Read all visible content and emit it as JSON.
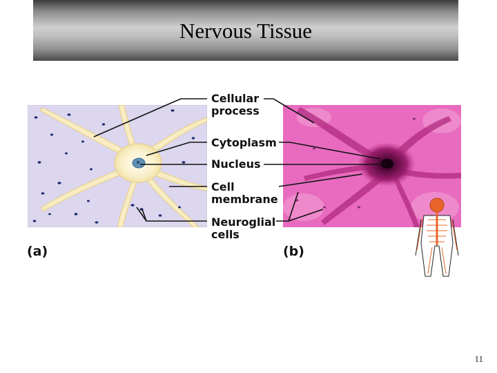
{
  "slide": {
    "title": "Nervous Tissue",
    "page_number": "11"
  },
  "figure": {
    "labels": {
      "cellular_process": "Cellular process",
      "cytoplasm": "Cytoplasm",
      "nucleus": "Nucleus",
      "cell_membrane": "Cell membrane",
      "neuroglial_cells": "Neuroglial cells"
    },
    "panel_a": "(a)",
    "panel_b": "(b)"
  },
  "colors": {
    "panel_a_bg": "#dcd6ee",
    "neuron_fill": "#f7ecc2",
    "neuron_edge": "#e8d498",
    "nucleus": "#5f8fb4",
    "panel_b_bg": "#e86bbf",
    "stain_dark": "#5a0b3f",
    "glia": "#1d2a70",
    "body_icon_accent": "#e8642a"
  }
}
